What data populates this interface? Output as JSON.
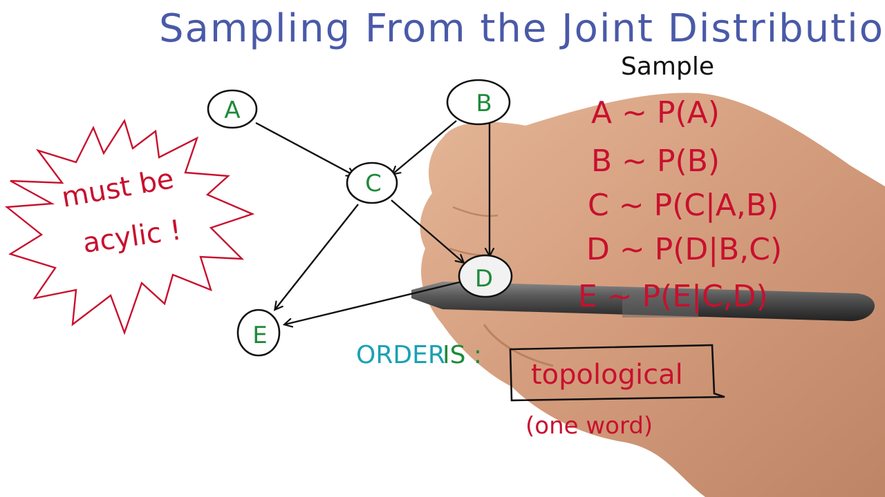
{
  "title": "Sampling From the Joint Distribution",
  "graph": {
    "nodes": [
      {
        "id": "A",
        "label": "A"
      },
      {
        "id": "B",
        "label": "B"
      },
      {
        "id": "C",
        "label": "C"
      },
      {
        "id": "D",
        "label": "D"
      },
      {
        "id": "E",
        "label": "E"
      }
    ],
    "edges": [
      {
        "from": "A",
        "to": "C"
      },
      {
        "from": "B",
        "to": "C"
      },
      {
        "from": "B",
        "to": "D"
      },
      {
        "from": "C",
        "to": "D"
      },
      {
        "from": "C",
        "to": "E"
      },
      {
        "from": "D",
        "to": "E"
      }
    ]
  },
  "burst_note": {
    "line1": "must be",
    "line2": "acylic !"
  },
  "sample": {
    "heading": "Sample",
    "lines": [
      "A ~ P(A)",
      "B ~ P(B)",
      "C ~ P(C|A,B)",
      "D ~ P(D|B,C)",
      "E ~ P(E|C,D)"
    ]
  },
  "order": {
    "label_word": "ORDER",
    "label_is": "IS :",
    "answer": "topological",
    "hint": "(one word)"
  },
  "colors": {
    "title": "#4a5aa8",
    "red": "#c8102e",
    "node_text": "#1f8a3a",
    "teal": "#1aa1b3",
    "ink": "#111111",
    "skin": "#d9a27d"
  }
}
